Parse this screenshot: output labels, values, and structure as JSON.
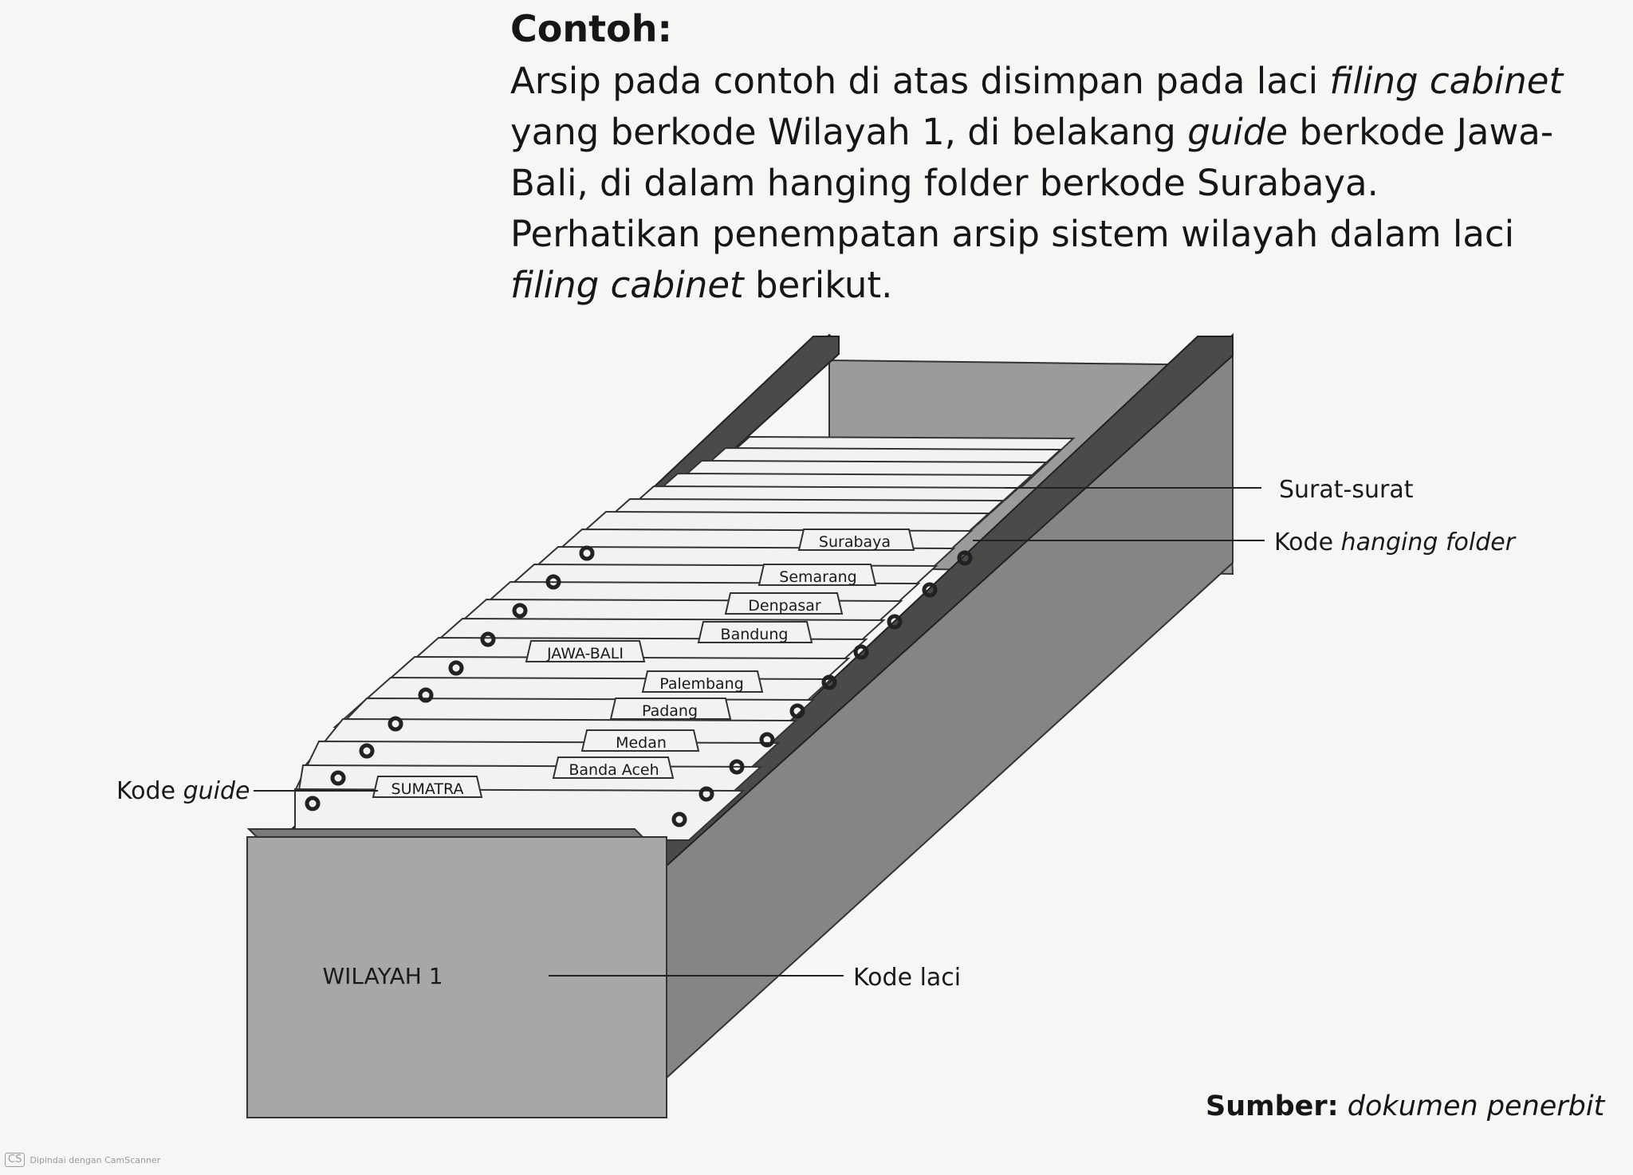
{
  "text": {
    "heading": "Contoh:",
    "p1_a": "Arsip pada contoh di atas disimpan pada laci ",
    "p1_b": "filing cabinet",
    "p1_c": " yang berkode Wilayah 1, di belakang ",
    "p1_d": "guide",
    "p1_e": " berkode Jawa-Bali, di dalam hanging folder berkode Surabaya.",
    "p2_a": "Perhatikan penempatan arsip sistem wilayah dalam laci ",
    "p2_b": "filing cabinet",
    "p2_c": " berikut."
  },
  "figure": {
    "drawer_label": "WILAYAH 1",
    "callouts": {
      "letters": "Surat-surat",
      "folder_code_a": "Kode ",
      "folder_code_b": "hanging folder",
      "guide_code_a": "Kode ",
      "guide_code_b": "guide",
      "drawer_code": "Kode laci"
    },
    "guides": [
      "SUMATRA",
      "JAWA-BALI"
    ],
    "folders": [
      "Surabaya",
      "Semarang",
      "Denpasar",
      "Bandung",
      "Palembang",
      "Padang",
      "Medan",
      "Banda Aceh"
    ]
  },
  "source": {
    "label": "Sumber:",
    "value": "dokumen penerbit"
  },
  "scanner": {
    "logo": "CS",
    "text": "Dipindai dengan CamScanner"
  },
  "colors": {
    "drawer_front": "#a7a7a5",
    "drawer_side": "#858583",
    "drawer_back": "#9b9b99",
    "rail": "#4a4a48",
    "folder": "#f2f2f0"
  }
}
